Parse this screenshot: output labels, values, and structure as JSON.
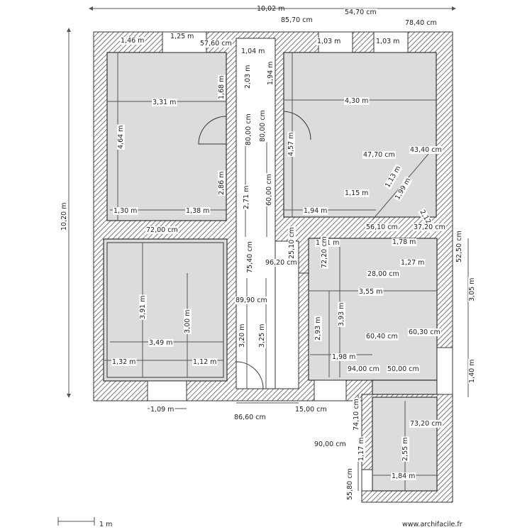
{
  "plan": {
    "overall_width": "10,02 m",
    "overall_height": "10,20 m",
    "scale_label": "1 m",
    "watermark": "www.archifacile.fr",
    "labels": [
      "1,46 m",
      "1,25 m",
      "57,60 cm",
      "1,04 m",
      "85,70 cm",
      "54,70 cm",
      "1,03 m",
      "1,03 m",
      "78,40 cm",
      "2,03 m",
      "1,94 m",
      "1,68 m",
      "3,31 m",
      "4,30 m",
      "4,64 m",
      "80,00 cm",
      "80,00 cm",
      "4,57 m",
      "47,70 cm",
      "43,40 cm",
      "1,13 m",
      "1,99 m",
      "2,12 m",
      "2,86 m",
      "2,71 m",
      "60,00 cm",
      "1,15 m",
      "1,30 m",
      "1,38 m",
      "1,94 m",
      "72,00 cm",
      "56,10 cm",
      "37,20 cm",
      "25,10 cm",
      "1,21 m",
      "1,78 m",
      "52,50 cm",
      "72,20 cm",
      "75,40 cm",
      "96,20 cm",
      "1,27 m",
      "28,00 cm",
      "3,55 m",
      "3,05 m",
      "89,90 cm",
      "3,91 m",
      "3,00 m",
      "3,20 m",
      "3,25 m",
      "2,93 m",
      "3,93 m",
      "60,40 cm",
      "60,30 cm",
      "3,49 m",
      "1,98 m",
      "1,32 m",
      "1,12 m",
      "94,00 cm",
      "50,00 cm",
      "1,40 m",
      "1,09 m",
      "86,60 cm",
      "15,00 cm",
      "74,10 cm",
      "73,20 cm",
      "2,55 m",
      "90,00 cm",
      "1,17 m",
      "1,84 m",
      "55,80 cm"
    ]
  }
}
